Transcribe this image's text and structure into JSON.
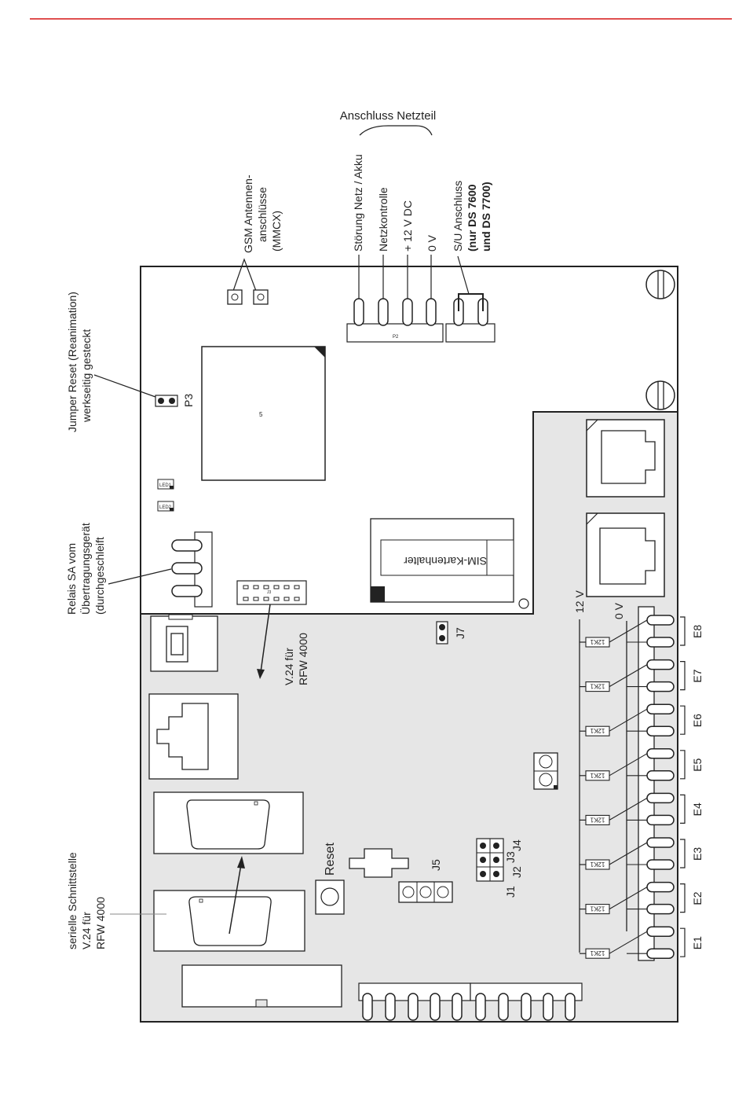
{
  "header": {
    "rule_color": "#e05050"
  },
  "colors": {
    "line": "#222222",
    "lower_board": "#e6e6e6",
    "board": "#ffffff"
  },
  "labels": {
    "anschluss_netzteil": "Anschluss Netzteil",
    "stoerung": "Störung Netz / Akku",
    "netzkontrolle": "Netzkontrolle",
    "plus12vdc": "+ 12 V DC",
    "null_v": "0 V",
    "su_anschluss": "S/U Anschluss",
    "nur_ds7600": "(nur DS 7600",
    "und_ds7700": "und DS 7700)",
    "gsm_line1": "GSM Antennen-",
    "gsm_line2": "anschlüsse",
    "gsm_line3": "(MMCX)",
    "jumper_line1": "Jumper Reset (Reanimation)",
    "jumper_line2": "werkseitig gesteckt",
    "p3": "P3",
    "relais_line1": "Relais SA vom",
    "relais_line2": "Übertragungsgerät",
    "relais_line3": "(durchgeschleift",
    "v24_line1": "V.24 für",
    "v24_line2": "RFW 4000",
    "seriell_line1": "serielle Schnittstelle",
    "seriell_line2": "V.24 für",
    "seriell_line3": "RFW 4000",
    "reset": "Reset",
    "sim": "SIM-Kartenhalter",
    "led1": "LED1",
    "led2": "LED2",
    "chip_mark": "5",
    "p2": "P2",
    "j3_small": "J3",
    "j1": "J1",
    "j2": "J2",
    "j3": "J3",
    "j4": "J4",
    "j5": "J5",
    "j7": "J7",
    "twelve_v": "12 V",
    "zero_v": "0 V",
    "resistor": "12K1",
    "inputs": [
      "E8",
      "E7",
      "E6",
      "E5",
      "E4",
      "E3",
      "E2",
      "E1"
    ]
  }
}
